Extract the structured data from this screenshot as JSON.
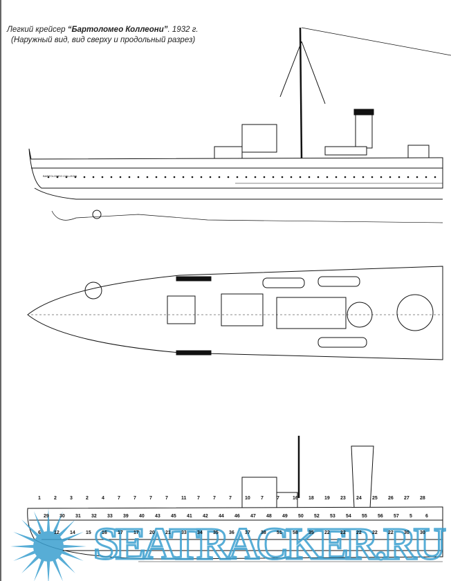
{
  "caption": {
    "prefix": "Легкий крейсер ",
    "ship_name": "“Бартоломео Коллеони”",
    "year": ". 1932 г.",
    "subtitle": "(Наружный вид, вид сверху и продольный разрез)"
  },
  "profile": {
    "hull_name": "BARTOLOMEO COLLEONI"
  },
  "section": {
    "labels": [
      "1",
      "2",
      "3",
      "2",
      "4",
      "7",
      "7",
      "7",
      "7",
      "11",
      "7",
      "7",
      "7",
      "10",
      "7",
      "7",
      "16",
      "18",
      "19",
      "23",
      "24",
      "25",
      "26",
      "27",
      "28",
      "29",
      "30",
      "31",
      "32",
      "33",
      "39",
      "40",
      "43",
      "45",
      "41",
      "42",
      "44",
      "46",
      "47",
      "48",
      "49",
      "50",
      "52",
      "53",
      "54",
      "55",
      "56",
      "57",
      "5",
      "6",
      "6",
      "12",
      "14",
      "15",
      "16",
      "17",
      "17",
      "20",
      "21",
      "33",
      "34",
      "35",
      "36",
      "37",
      "38",
      "51",
      "58",
      "35",
      "22",
      "22",
      "22",
      "22",
      "22",
      "30",
      "30"
    ]
  },
  "watermark": {
    "text": "SEATRACKER.RU",
    "color": "#3a9fd0"
  }
}
